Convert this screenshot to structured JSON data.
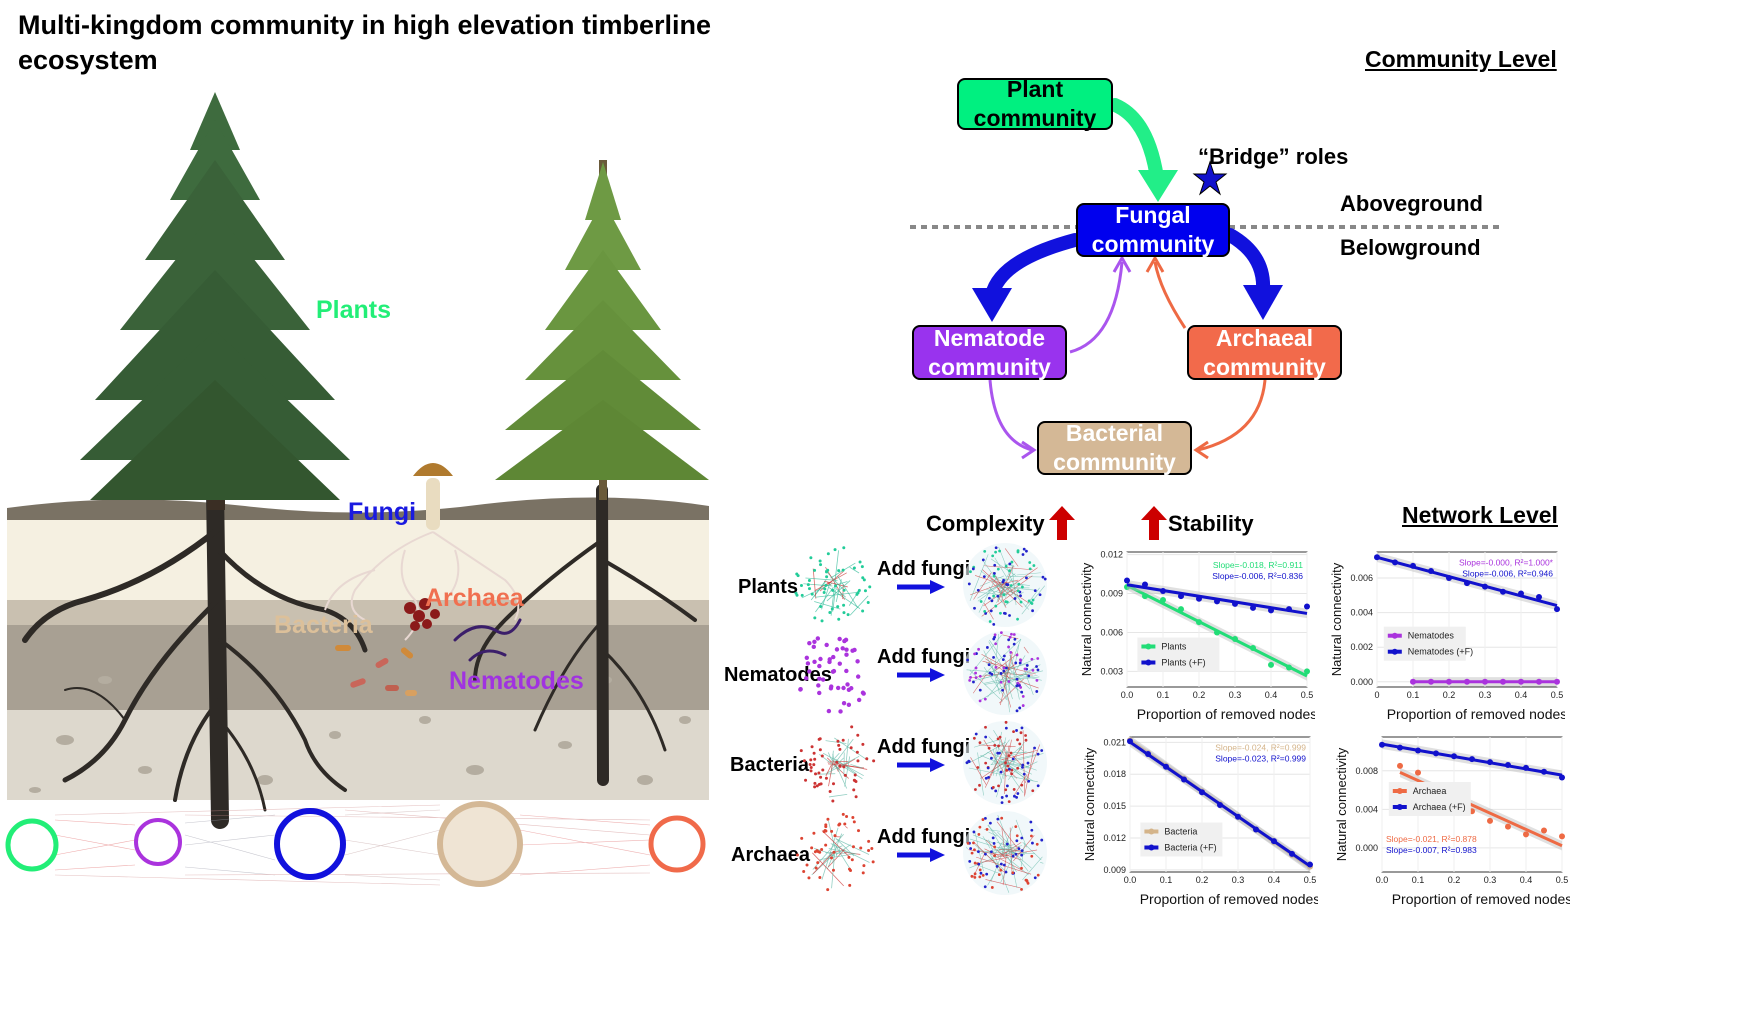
{
  "title": "Multi-kingdom community in high elevation timberline ecosystem",
  "illustration": {
    "labels": {
      "plants": "Plants",
      "fungi": "Fungi",
      "archaea": "Archaea",
      "bacteria": "Bacteria",
      "nematodes": "Nematodes"
    }
  },
  "diagram": {
    "community_level": "Community Level",
    "network_level": "Network Level",
    "aboveground": "Aboveground",
    "belowground": "Belowground",
    "bridge_roles": "“Bridge” roles",
    "boxes": {
      "plant": {
        "line1": "Plant",
        "line2": "community",
        "color": "#00f080"
      },
      "fungal": {
        "line1": "Fungal",
        "line2": "community",
        "color": "#0000ee"
      },
      "nematode": {
        "line1": "Nematode",
        "line2": "community",
        "color": "#9933ee"
      },
      "archaeal": {
        "line1": "Archaeal",
        "line2": "community",
        "color": "#f26a4b"
      },
      "bacterial": {
        "line1": "Bacterial",
        "line2": "community",
        "color": "#d4b896"
      }
    },
    "complexity": "Complexity",
    "stability": "Stability"
  },
  "networks": {
    "rows": [
      {
        "label": "Plants",
        "action": "Add fungi"
      },
      {
        "label": "Nematodes",
        "action": "Add fungi"
      },
      {
        "label": "Bacteria",
        "action": "Add fungi"
      },
      {
        "label": "Archaea",
        "action": "Add fungi"
      }
    ]
  },
  "chart_data": [
    {
      "type": "scatter",
      "xlabel": "Proportion of removed nodes",
      "ylabel": "Natural connectivity",
      "xlim": [
        0,
        0.5
      ],
      "xticks": [
        "0.0",
        "0.1",
        "0.2",
        "0.3",
        "0.4",
        "0.5"
      ],
      "ylim": [
        0.0018,
        0.0122
      ],
      "yticks": [
        "0.003",
        "0.006",
        "0.009",
        "0.012"
      ],
      "yticks_v": [
        0.003,
        0.006,
        0.009,
        0.012
      ],
      "series": [
        {
          "name": "Plants",
          "color": "#22dd77",
          "stat": "Slope=-0.018, R²=0.911",
          "x": [
            0.0,
            0.05,
            0.1,
            0.15,
            0.2,
            0.25,
            0.3,
            0.35,
            0.4,
            0.45,
            0.5
          ],
          "y": [
            0.0095,
            0.0088,
            0.0085,
            0.0078,
            0.0068,
            0.006,
            0.0055,
            0.0048,
            0.0035,
            0.0033,
            0.003
          ]
        },
        {
          "name": "Plants (+F)",
          "color": "#1111cc",
          "stat": "Slope=-0.006, R²=0.836",
          "x": [
            0.0,
            0.05,
            0.1,
            0.15,
            0.2,
            0.25,
            0.3,
            0.35,
            0.4,
            0.45,
            0.5
          ],
          "y": [
            0.01,
            0.0097,
            0.0092,
            0.0088,
            0.0086,
            0.0084,
            0.0082,
            0.0079,
            0.0077,
            0.0078,
            0.008
          ]
        }
      ]
    },
    {
      "type": "scatter",
      "xlabel": "Proportion of removed nodes",
      "ylabel": "Natural connectivity",
      "xlim": [
        0,
        0.5
      ],
      "xticks": [
        "0",
        "0.1",
        "0.2",
        "0.3",
        "0.4",
        "0.5"
      ],
      "ylim": [
        -0.0003,
        0.0075
      ],
      "yticks": [
        "0.000",
        "0.002",
        "0.004",
        "0.006"
      ],
      "yticks_v": [
        0.0,
        0.002,
        0.004,
        0.006
      ],
      "series": [
        {
          "name": "Nematodes",
          "color": "#aa33dd",
          "stat": "Slope=-0.000, R²=1.000*",
          "x": [
            0.1,
            0.15,
            0.2,
            0.25,
            0.3,
            0.35,
            0.4,
            0.45,
            0.5
          ],
          "y": [
            0,
            0,
            0,
            0,
            0,
            0,
            0,
            0,
            0
          ]
        },
        {
          "name": "Nematodes (+F)",
          "color": "#1111cc",
          "stat": "Slope=-0.006, R²=0.946",
          "x": [
            0.0,
            0.05,
            0.1,
            0.15,
            0.2,
            0.25,
            0.3,
            0.35,
            0.4,
            0.45,
            0.5
          ],
          "y": [
            0.0072,
            0.0069,
            0.0067,
            0.0064,
            0.006,
            0.0057,
            0.0055,
            0.0052,
            0.0051,
            0.0049,
            0.0042
          ]
        }
      ]
    },
    {
      "type": "scatter",
      "xlabel": "Proportion of removed nodes",
      "ylabel": "Natural connectivity",
      "xlim": [
        0,
        0.5
      ],
      "xticks": [
        "0.0",
        "0.1",
        "0.2",
        "0.3",
        "0.4",
        "0.5"
      ],
      "ylim": [
        0.0088,
        0.0215
      ],
      "yticks": [
        "0.009",
        "0.012",
        "0.015",
        "0.018",
        "0.021"
      ],
      "yticks_v": [
        0.009,
        0.012,
        0.015,
        0.018,
        0.021
      ],
      "series": [
        {
          "name": "Bacteria",
          "color": "#d4b48a",
          "stat": "Slope=-0.024, R²=0.999",
          "x": [
            0.0,
            0.05,
            0.1,
            0.15,
            0.2,
            0.25,
            0.3,
            0.35,
            0.4,
            0.45,
            0.5
          ],
          "y": [
            0.0212,
            0.02,
            0.0188,
            0.0176,
            0.0164,
            0.0152,
            0.014,
            0.0128,
            0.0116,
            0.0104,
            0.0093
          ]
        },
        {
          "name": "Bacteria (+F)",
          "color": "#1111cc",
          "stat": "Slope=-0.023, R²=0.999",
          "x": [
            0.0,
            0.05,
            0.1,
            0.15,
            0.2,
            0.25,
            0.3,
            0.35,
            0.4,
            0.45,
            0.5
          ],
          "y": [
            0.0211,
            0.0199,
            0.0187,
            0.0175,
            0.0163,
            0.0151,
            0.014,
            0.0128,
            0.0117,
            0.0105,
            0.0095
          ]
        }
      ]
    },
    {
      "type": "scatter",
      "xlabel": "Proportion of removed nodes",
      "ylabel": "Natural connectivity",
      "xlim": [
        0,
        0.5
      ],
      "xticks": [
        "0.0",
        "0.1",
        "0.2",
        "0.3",
        "0.4",
        "0.5"
      ],
      "ylim": [
        -0.0025,
        0.0115
      ],
      "yticks": [
        "0.000",
        "0.004",
        "0.008"
      ],
      "yticks_v": [
        0.0,
        0.004,
        0.008
      ],
      "series": [
        {
          "name": "Archaea",
          "color": "#ee6a44",
          "stat": "Slope=-0.021, R²=0.878",
          "x": [
            0.05,
            0.1,
            0.15,
            0.2,
            0.25,
            0.3,
            0.35,
            0.4,
            0.45,
            0.5
          ],
          "y": [
            0.0085,
            0.0078,
            0.006,
            0.0048,
            0.0038,
            0.0028,
            0.0022,
            0.0014,
            0.0018,
            0.0012
          ]
        },
        {
          "name": "Archaea (+F)",
          "color": "#1111cc",
          "stat": "Slope=-0.007, R²=0.983",
          "x": [
            0.0,
            0.05,
            0.1,
            0.15,
            0.2,
            0.25,
            0.3,
            0.35,
            0.4,
            0.45,
            0.5
          ],
          "y": [
            0.0107,
            0.0104,
            0.0101,
            0.0098,
            0.0095,
            0.0092,
            0.0089,
            0.0086,
            0.0083,
            0.0079,
            0.0073
          ]
        }
      ]
    }
  ]
}
